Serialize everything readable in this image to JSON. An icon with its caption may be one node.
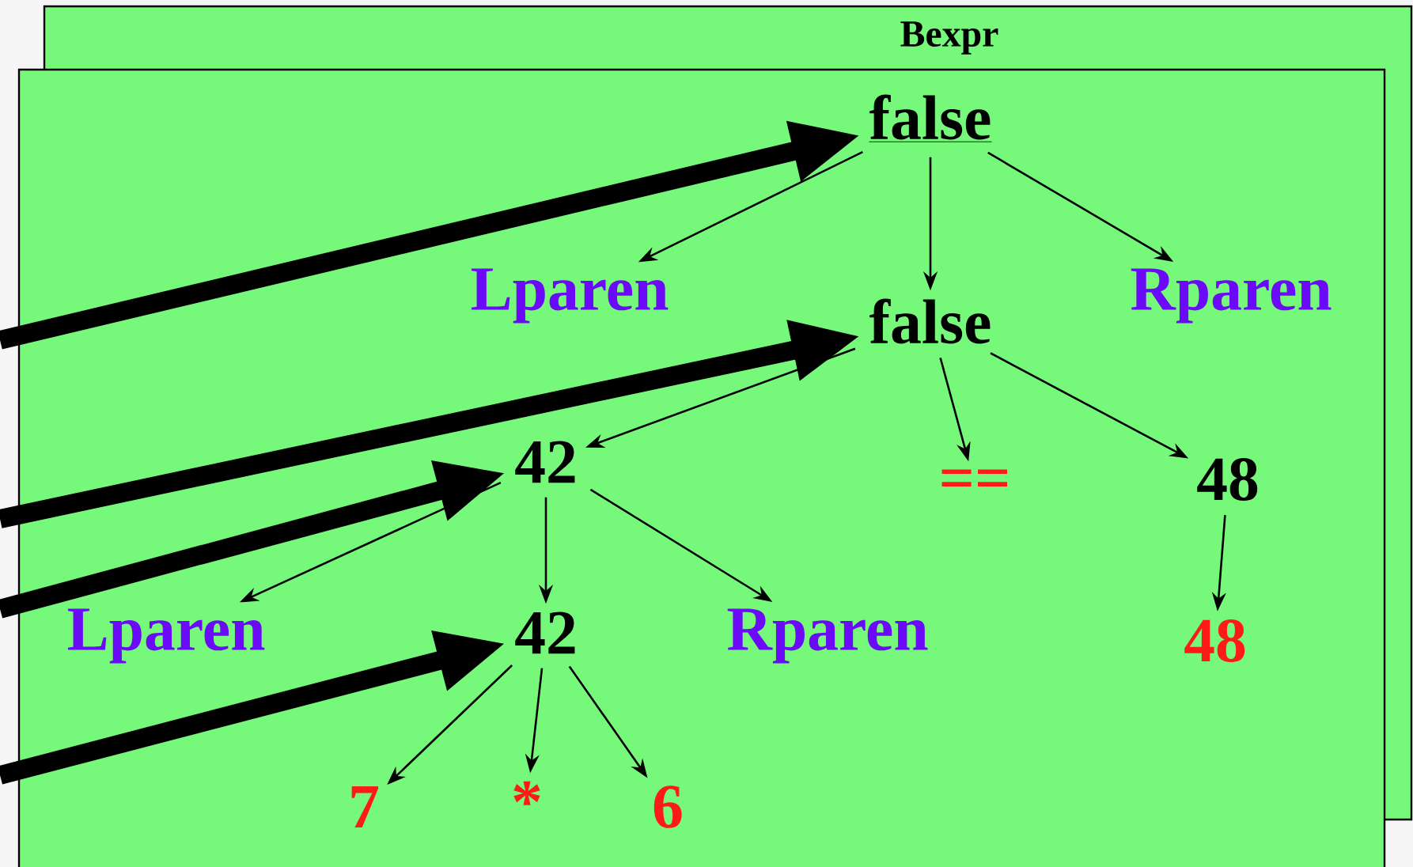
{
  "diagram": {
    "nodes": [
      {
        "text": [
          "false"
        ]
      },
      {
        "text": [
          "Lparen"
        ]
      },
      {
        "text": [
          "false"
        ]
      },
      {
        "text": [
          "Rparen"
        ]
      },
      {
        "text": [
          "42"
        ]
      },
      {
        "text": [
          "=="
        ]
      },
      {
        "text": [
          "48"
        ]
      },
      {
        "text": [
          "Lparen"
        ]
      },
      {
        "text": [
          "42"
        ]
      },
      {
        "text": [
          "Rparen"
        ]
      },
      {
        "text": [
          "48"
        ]
      },
      {
        "text": [
          "7"
        ]
      },
      {
        "text": [
          "*"
        ]
      },
      {
        "text": [
          "6"
        ]
      }
    ],
    "edges": [
      {
        "from": 0,
        "to": 1,
        "arrow": "to"
      },
      {
        "from": 0,
        "to": 2,
        "arrow": "to"
      },
      {
        "from": 0,
        "to": 3,
        "arrow": "to"
      },
      {
        "from": 2,
        "to": 4,
        "arrow": "to"
      },
      {
        "from": 2,
        "to": 5,
        "arrow": "to"
      },
      {
        "from": 2,
        "to": 6,
        "arrow": "to"
      },
      {
        "from": 4,
        "to": 7,
        "arrow": "to"
      },
      {
        "from": 4,
        "to": 8,
        "arrow": "to"
      },
      {
        "from": 4,
        "to": 9,
        "arrow": "to"
      },
      {
        "from": 6,
        "to": 10,
        "arrow": "to"
      },
      {
        "from": 8,
        "to": 11,
        "arrow": "to"
      },
      {
        "from": 8,
        "to": 12,
        "arrow": "to"
      },
      {
        "from": 8,
        "to": 13,
        "arrow": "to"
      },
      {
        "from": null,
        "to": 0,
        "arrow": "to",
        "style": "thick"
      },
      {
        "from": null,
        "to": 2,
        "arrow": "to",
        "style": "thick"
      },
      {
        "from": null,
        "to": 4,
        "arrow": "to",
        "style": "thick"
      },
      {
        "from": null,
        "to": 8,
        "arrow": "to",
        "style": "thick"
      }
    ],
    "labels": [
      "Bexpr"
    ]
  }
}
